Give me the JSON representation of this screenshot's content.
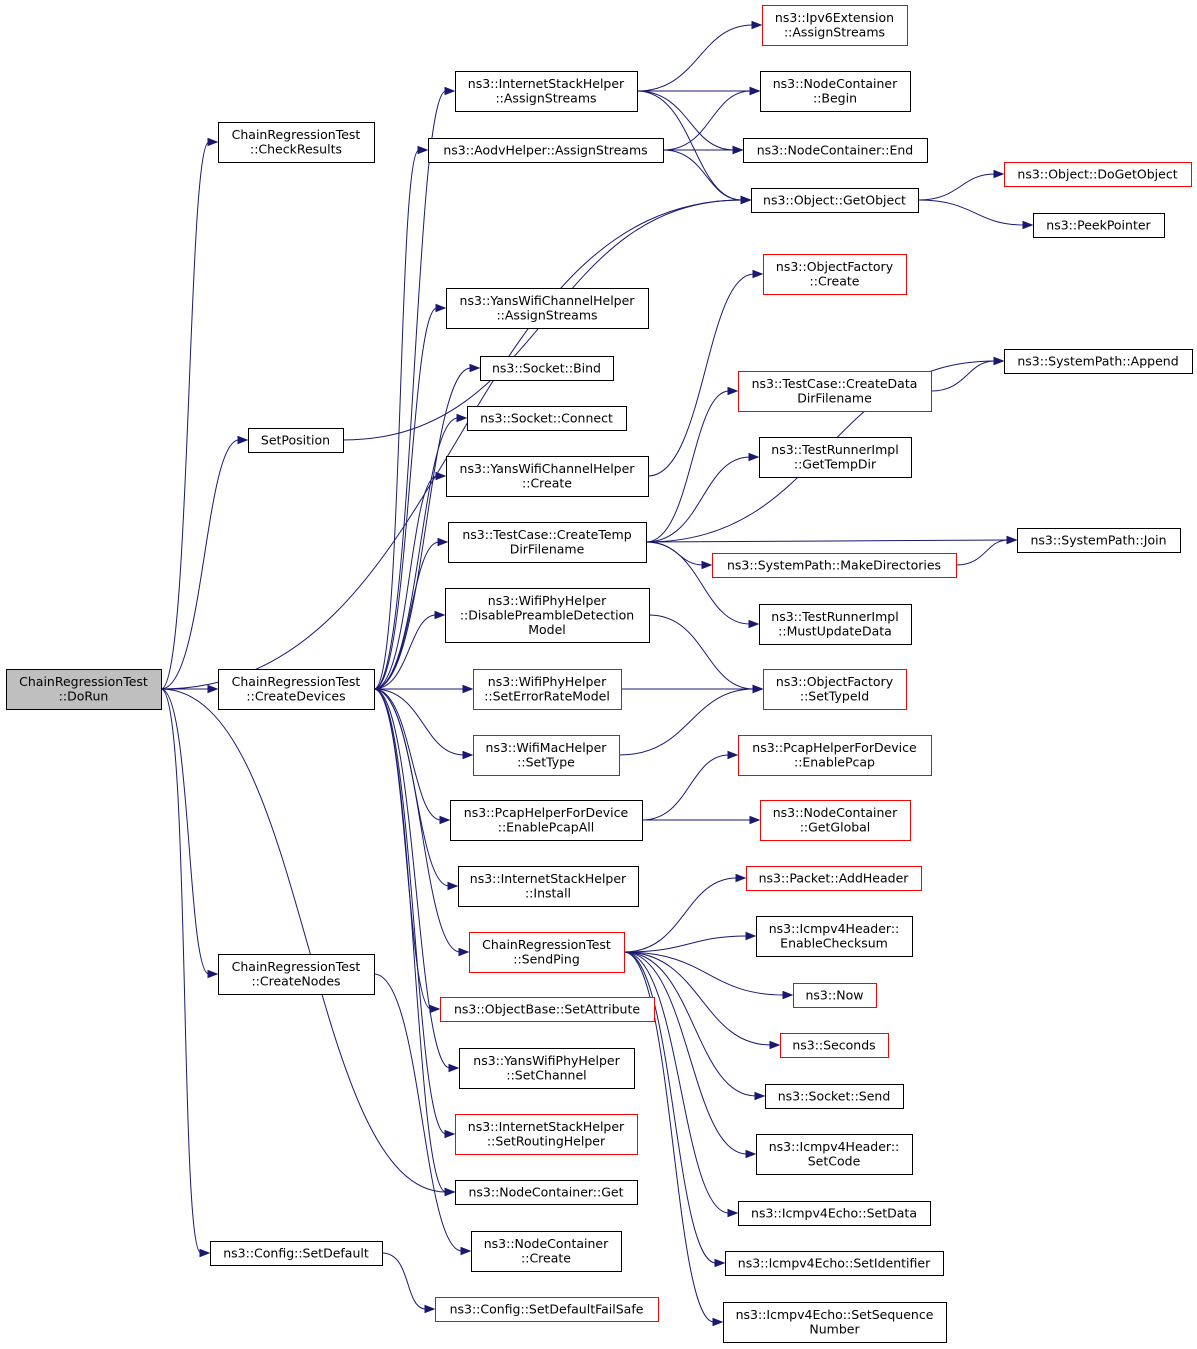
{
  "colors": {
    "edge": "#191970",
    "node_border_normal": "#000000",
    "node_border_truncated": "#ff0000",
    "node_fill_normal": "#ffffff",
    "node_fill_root": "#bfbfbf"
  },
  "nodes": [
    {
      "id": "dorun",
      "lines": [
        "ChainRegressionTest",
        "::DoRun"
      ],
      "style": "root"
    },
    {
      "id": "checkresults",
      "lines": [
        "ChainRegressionTest",
        "::CheckResults"
      ],
      "style": "normal"
    },
    {
      "id": "setposition",
      "lines": [
        "SetPosition"
      ],
      "style": "normal"
    },
    {
      "id": "createdevices",
      "lines": [
        "ChainRegressionTest",
        "::CreateDevices"
      ],
      "style": "normal"
    },
    {
      "id": "createnodes",
      "lines": [
        "ChainRegressionTest",
        "::CreateNodes"
      ],
      "style": "normal"
    },
    {
      "id": "configsetdefault",
      "lines": [
        "ns3::Config::SetDefault"
      ],
      "style": "normal"
    },
    {
      "id": "ish_assign",
      "lines": [
        "ns3::InternetStackHelper",
        "::AssignStreams"
      ],
      "style": "normal"
    },
    {
      "id": "aodv_assign",
      "lines": [
        "ns3::AodvHelper::AssignStreams"
      ],
      "style": "normal"
    },
    {
      "id": "yanschan_assign",
      "lines": [
        "ns3::YansWifiChannelHelper",
        "::AssignStreams"
      ],
      "style": "normal"
    },
    {
      "id": "socket_bind",
      "lines": [
        "ns3::Socket::Bind"
      ],
      "style": "normal"
    },
    {
      "id": "socket_connect",
      "lines": [
        "ns3::Socket::Connect"
      ],
      "style": "normal"
    },
    {
      "id": "yanschan_create",
      "lines": [
        "ns3::YansWifiChannelHelper",
        "::Create"
      ],
      "style": "normal"
    },
    {
      "id": "tc_createtemp",
      "lines": [
        "ns3::TestCase::CreateTemp",
        "DirFilename"
      ],
      "style": "normal"
    },
    {
      "id": "wifiphy_disable",
      "lines": [
        "ns3::WifiPhyHelper",
        "::DisablePreambleDetection",
        "Model"
      ],
      "style": "normal"
    },
    {
      "id": "wifiphy_seterr",
      "lines": [
        "ns3::WifiPhyHelper",
        "::SetErrorRateModel"
      ],
      "style": "truncated"
    },
    {
      "id": "wifimac_settype",
      "lines": [
        "ns3::WifiMacHelper",
        "::SetType"
      ],
      "style": "truncated"
    },
    {
      "id": "pcap_enableall",
      "lines": [
        "ns3::PcapHelperForDevice",
        "::EnablePcapAll"
      ],
      "style": "normal"
    },
    {
      "id": "ish_install",
      "lines": [
        "ns3::InternetStackHelper",
        "::Install"
      ],
      "style": "normal"
    },
    {
      "id": "sendping",
      "lines": [
        "ChainRegressionTest",
        "::SendPing"
      ],
      "style": "truncated"
    },
    {
      "id": "objbase_setattr",
      "lines": [
        "ns3::ObjectBase::SetAttribute"
      ],
      "style": "truncated"
    },
    {
      "id": "yansphy_setchannel",
      "lines": [
        "ns3::YansWifiPhyHelper",
        "::SetChannel"
      ],
      "style": "normal"
    },
    {
      "id": "ish_setrouting",
      "lines": [
        "ns3::InternetStackHelper",
        "::SetRoutingHelper"
      ],
      "style": "truncated"
    },
    {
      "id": "nc_get",
      "lines": [
        "ns3::NodeContainer::Get"
      ],
      "style": "normal"
    },
    {
      "id": "nc_create",
      "lines": [
        "ns3::NodeContainer",
        "::Create"
      ],
      "style": "normal"
    },
    {
      "id": "config_failsafe",
      "lines": [
        "ns3::Config::SetDefaultFailSafe"
      ],
      "style": "truncated"
    },
    {
      "id": "ipv6ext_assign",
      "lines": [
        "ns3::Ipv6Extension",
        "::AssignStreams"
      ],
      "style": "truncated"
    },
    {
      "id": "nc_begin",
      "lines": [
        "ns3::NodeContainer",
        "::Begin"
      ],
      "style": "normal"
    },
    {
      "id": "nc_end",
      "lines": [
        "ns3::NodeContainer::End"
      ],
      "style": "normal"
    },
    {
      "id": "obj_getobject",
      "lines": [
        "ns3::Object::GetObject"
      ],
      "style": "normal"
    },
    {
      "id": "obj_dogetobject",
      "lines": [
        "ns3::Object::DoGetObject"
      ],
      "style": "truncated"
    },
    {
      "id": "peekpointer",
      "lines": [
        "ns3::PeekPointer"
      ],
      "style": "normal"
    },
    {
      "id": "of_create",
      "lines": [
        "ns3::ObjectFactory",
        "::Create"
      ],
      "style": "truncated"
    },
    {
      "id": "sp_append",
      "lines": [
        "ns3::SystemPath::Append"
      ],
      "style": "normal"
    },
    {
      "id": "tc_createdata",
      "lines": [
        "ns3::TestCase::CreateData",
        "DirFilename"
      ],
      "style": "truncated"
    },
    {
      "id": "tri_gettemp",
      "lines": [
        "ns3::TestRunnerImpl",
        "::GetTempDir"
      ],
      "style": "normal"
    },
    {
      "id": "sp_join",
      "lines": [
        "ns3::SystemPath::Join"
      ],
      "style": "normal"
    },
    {
      "id": "sp_makedirs",
      "lines": [
        "ns3::SystemPath::MakeDirectories"
      ],
      "style": "truncated"
    },
    {
      "id": "tri_mustupdate",
      "lines": [
        "ns3::TestRunnerImpl",
        "::MustUpdateData"
      ],
      "style": "normal"
    },
    {
      "id": "of_settypeid",
      "lines": [
        "ns3::ObjectFactory",
        "::SetTypeId"
      ],
      "style": "truncated"
    },
    {
      "id": "pcap_enablepcap",
      "lines": [
        "ns3::PcapHelperForDevice",
        "::EnablePcap"
      ],
      "style": "truncated"
    },
    {
      "id": "nc_getglobal",
      "lines": [
        "ns3::NodeContainer",
        "::GetGlobal"
      ],
      "style": "truncated"
    },
    {
      "id": "packet_addheader",
      "lines": [
        "ns3::Packet::AddHeader"
      ],
      "style": "truncated"
    },
    {
      "id": "icmp_enablechecksum",
      "lines": [
        "ns3::Icmpv4Header::",
        "EnableChecksum"
      ],
      "style": "normal"
    },
    {
      "id": "now",
      "lines": [
        "ns3::Now"
      ],
      "style": "truncated"
    },
    {
      "id": "seconds",
      "lines": [
        "ns3::Seconds"
      ],
      "style": "truncated"
    },
    {
      "id": "socket_send",
      "lines": [
        "ns3::Socket::Send"
      ],
      "style": "normal"
    },
    {
      "id": "icmp_setcode",
      "lines": [
        "ns3::Icmpv4Header::",
        "SetCode"
      ],
      "style": "normal"
    },
    {
      "id": "echo_setdata",
      "lines": [
        "ns3::Icmpv4Echo::SetData"
      ],
      "style": "normal"
    },
    {
      "id": "echo_setid",
      "lines": [
        "ns3::Icmpv4Echo::SetIdentifier"
      ],
      "style": "normal"
    },
    {
      "id": "echo_setseq",
      "lines": [
        "ns3::Icmpv4Echo::SetSequence",
        "Number"
      ],
      "style": "normal"
    }
  ],
  "edges": [
    [
      "dorun",
      "checkresults"
    ],
    [
      "dorun",
      "setposition"
    ],
    [
      "dorun",
      "createdevices"
    ],
    [
      "dorun",
      "createnodes"
    ],
    [
      "dorun",
      "configsetdefault"
    ],
    [
      "dorun",
      "obj_getobject"
    ],
    [
      "dorun",
      "nc_get"
    ],
    [
      "setposition",
      "obj_getobject"
    ],
    [
      "createdevices",
      "ish_assign"
    ],
    [
      "createdevices",
      "aodv_assign"
    ],
    [
      "createdevices",
      "yanschan_assign"
    ],
    [
      "createdevices",
      "socket_bind"
    ],
    [
      "createdevices",
      "socket_connect"
    ],
    [
      "createdevices",
      "yanschan_create"
    ],
    [
      "createdevices",
      "tc_createtemp"
    ],
    [
      "createdevices",
      "wifiphy_disable"
    ],
    [
      "createdevices",
      "wifiphy_seterr"
    ],
    [
      "createdevices",
      "wifimac_settype"
    ],
    [
      "createdevices",
      "pcap_enableall"
    ],
    [
      "createdevices",
      "ish_install"
    ],
    [
      "createdevices",
      "sendping"
    ],
    [
      "createdevices",
      "objbase_setattr"
    ],
    [
      "createdevices",
      "yansphy_setchannel"
    ],
    [
      "createdevices",
      "ish_setrouting"
    ],
    [
      "createdevices",
      "nc_get"
    ],
    [
      "createnodes",
      "nc_create"
    ],
    [
      "configsetdefault",
      "config_failsafe"
    ],
    [
      "ish_assign",
      "ipv6ext_assign"
    ],
    [
      "ish_assign",
      "nc_begin"
    ],
    [
      "ish_assign",
      "nc_end"
    ],
    [
      "ish_assign",
      "obj_getobject"
    ],
    [
      "aodv_assign",
      "nc_begin"
    ],
    [
      "aodv_assign",
      "nc_end"
    ],
    [
      "aodv_assign",
      "obj_getobject"
    ],
    [
      "obj_getobject",
      "obj_dogetobject"
    ],
    [
      "obj_getobject",
      "peekpointer"
    ],
    [
      "yanschan_create",
      "of_create"
    ],
    [
      "tc_createtemp",
      "sp_append"
    ],
    [
      "tc_createtemp",
      "tc_createdata"
    ],
    [
      "tc_createtemp",
      "tri_gettemp"
    ],
    [
      "tc_createtemp",
      "sp_join"
    ],
    [
      "tc_createtemp",
      "sp_makedirs"
    ],
    [
      "tc_createtemp",
      "tri_mustupdate"
    ],
    [
      "tc_createdata",
      "sp_append"
    ],
    [
      "sp_makedirs",
      "sp_join"
    ],
    [
      "wifiphy_disable",
      "of_settypeid"
    ],
    [
      "wifiphy_seterr",
      "of_settypeid"
    ],
    [
      "wifimac_settype",
      "of_settypeid"
    ],
    [
      "pcap_enableall",
      "pcap_enablepcap"
    ],
    [
      "pcap_enableall",
      "nc_getglobal"
    ],
    [
      "sendping",
      "packet_addheader"
    ],
    [
      "sendping",
      "icmp_enablechecksum"
    ],
    [
      "sendping",
      "now"
    ],
    [
      "sendping",
      "seconds"
    ],
    [
      "sendping",
      "socket_send"
    ],
    [
      "sendping",
      "icmp_setcode"
    ],
    [
      "sendping",
      "echo_setdata"
    ],
    [
      "sendping",
      "echo_setid"
    ],
    [
      "sendping",
      "echo_setseq"
    ]
  ]
}
